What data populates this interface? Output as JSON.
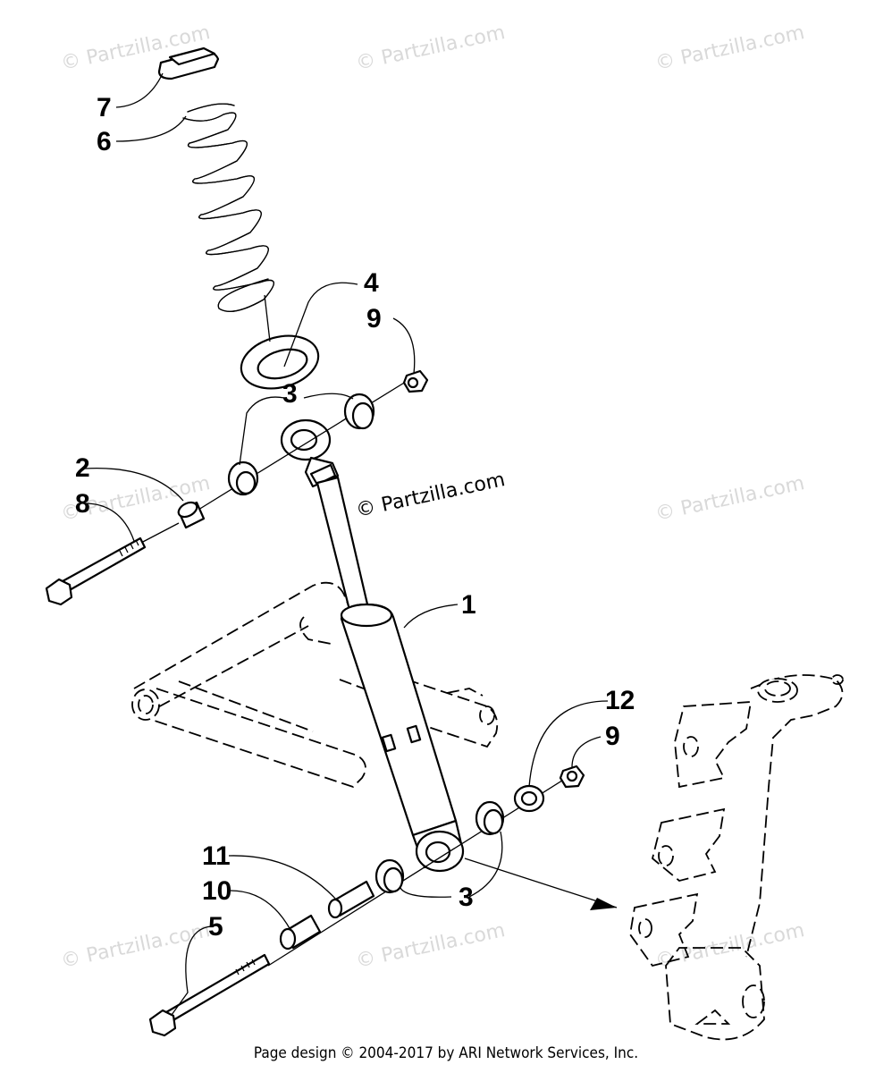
{
  "watermarks": {
    "text": "© Partzilla.com"
  },
  "callouts": {
    "c1": "1",
    "c2": "2",
    "c3a": "3",
    "c3b": "3",
    "c4": "4",
    "c5": "5",
    "c6": "6",
    "c7": "7",
    "c8": "8",
    "c9a": "9",
    "c9b": "9",
    "c10": "10",
    "c11": "11",
    "c12": "12"
  },
  "footer": {
    "text": "Page design © 2004-2017 by ARI Network Services, Inc."
  }
}
